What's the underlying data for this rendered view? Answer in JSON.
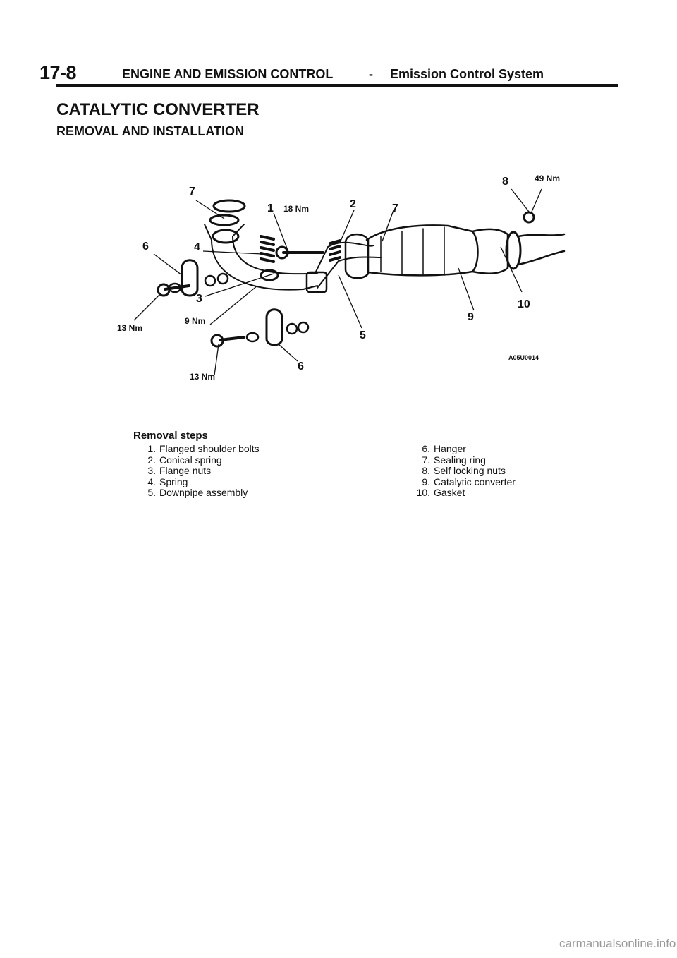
{
  "header": {
    "page_number": "17-8",
    "chapter": "ENGINE AND EMISSION CONTROL",
    "dash": "-",
    "section": "Emission Control System"
  },
  "title": "CATALYTIC CONVERTER",
  "subtitle": "REMOVAL AND INSTALLATION",
  "diagram": {
    "callouts": [
      "7",
      "1",
      "18 Nm",
      "2",
      "7",
      "8",
      "49 Nm",
      "6",
      "4",
      "3",
      "13 Nm",
      "9 Nm",
      "10",
      "9",
      "5",
      "6",
      "13 Nm"
    ],
    "figure_code": "A05U0014"
  },
  "removal_steps": {
    "heading": "Removal steps",
    "left": [
      {
        "num": "1.",
        "label": "Flanged shoulder bolts"
      },
      {
        "num": "2.",
        "label": "Conical spring"
      },
      {
        "num": "3.",
        "label": "Flange nuts"
      },
      {
        "num": "4.",
        "label": "Spring"
      },
      {
        "num": "5.",
        "label": "Downpipe assembly"
      }
    ],
    "right": [
      {
        "num": "6.",
        "label": "Hanger"
      },
      {
        "num": "7.",
        "label": "Sealing ring"
      },
      {
        "num": "8.",
        "label": "Self locking nuts"
      },
      {
        "num": "9.",
        "label": "Catalytic converter"
      },
      {
        "num": "10.",
        "label": "Gasket"
      }
    ]
  },
  "footer": "carmanualsonline.info"
}
